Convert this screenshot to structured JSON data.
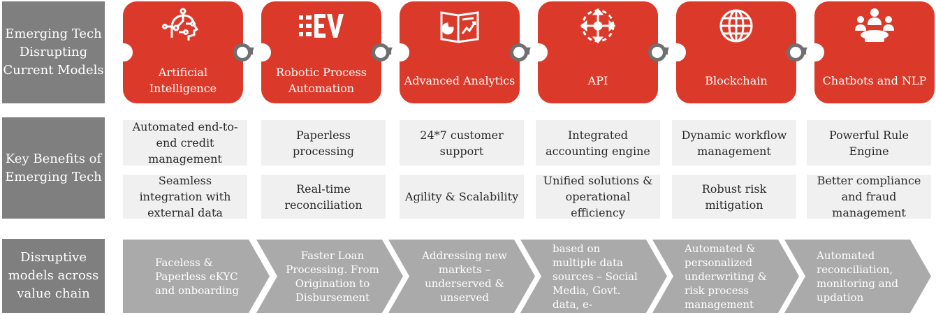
{
  "rows": {
    "tech_label": "Emerging Tech Disrupting Current Models",
    "benefits_label": "Key Benefits of Emerging Tech",
    "models_label": "Disruptive models across value chain"
  },
  "technologies": [
    {
      "label": "Artificial Intelligence",
      "icon": "ai-circuit-head-icon"
    },
    {
      "label": "Robotic Process Automation",
      "icon": "list-ev-icon"
    },
    {
      "label": "Advanced Analytics",
      "icon": "analytics-report-icon"
    },
    {
      "label": "API",
      "icon": "api-network-icon"
    },
    {
      "label": "Blockchain",
      "icon": "globe-icon"
    },
    {
      "label": "Chatbots and NLP",
      "icon": "people-meeting-icon"
    }
  ],
  "benefits_row1": [
    "Automated end-to-end credit management",
    "Paperless processing",
    "24*7 customer support",
    "Integrated accounting engine",
    "Dynamic workflow management",
    "Powerful Rule Engine"
  ],
  "benefits_row2": [
    "Seamless integration with external data",
    "Real-time reconciliation",
    "Agility & Scalability",
    "Unified solutions & operational efficiency",
    "Robust risk mitigation",
    "Better compliance and fraud management"
  ],
  "models": [
    "Faceless & Paperless eKYC and onboarding",
    "Faster Loan Processing. From Origination to Disbursement",
    "Addressing new markets – underserved & unserved",
    "based on multiple data sources – Social Media, Govt. data, e-",
    "Automated & personalized underwriting & risk process management",
    "Automated reconciliation, monitoring and updation"
  ],
  "colors": {
    "tech_red": "#db3a2a",
    "side_gray": "#7f7f7f",
    "benefit_bg": "#f0f0f0",
    "chevron_gray": "#aaaaaa",
    "connector": "#6f6f6f"
  }
}
